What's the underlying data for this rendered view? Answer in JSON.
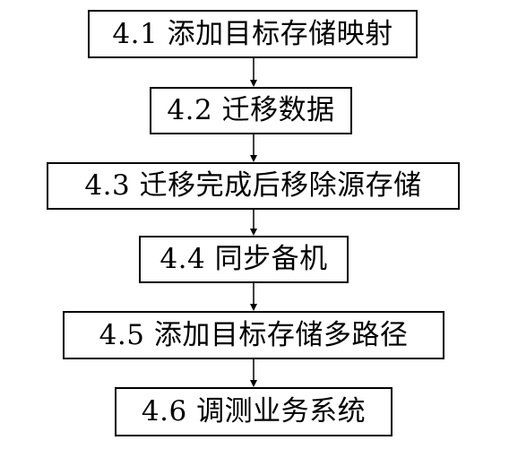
{
  "flowchart": {
    "steps": [
      {
        "id": "4.1",
        "label": "4.1 添加目标存储映射"
      },
      {
        "id": "4.2",
        "label": "4.2 迁移数据"
      },
      {
        "id": "4.3",
        "label": "4.3 迁移完成后移除源存储"
      },
      {
        "id": "4.4",
        "label": "4.4 同步备机"
      },
      {
        "id": "4.5",
        "label": "4.5 添加目标存储多路径"
      },
      {
        "id": "4.6",
        "label": "4.6 调测业务系统"
      }
    ],
    "connections": [
      {
        "from": "4.1",
        "to": "4.2"
      },
      {
        "from": "4.2",
        "to": "4.3"
      },
      {
        "from": "4.3",
        "to": "4.4"
      },
      {
        "from": "4.4",
        "to": "4.5"
      },
      {
        "from": "4.5",
        "to": "4.6"
      }
    ],
    "colors": {
      "line": "#000000",
      "box_border": "#000000",
      "box_fill": "#ffffff",
      "text": "#000000"
    }
  }
}
